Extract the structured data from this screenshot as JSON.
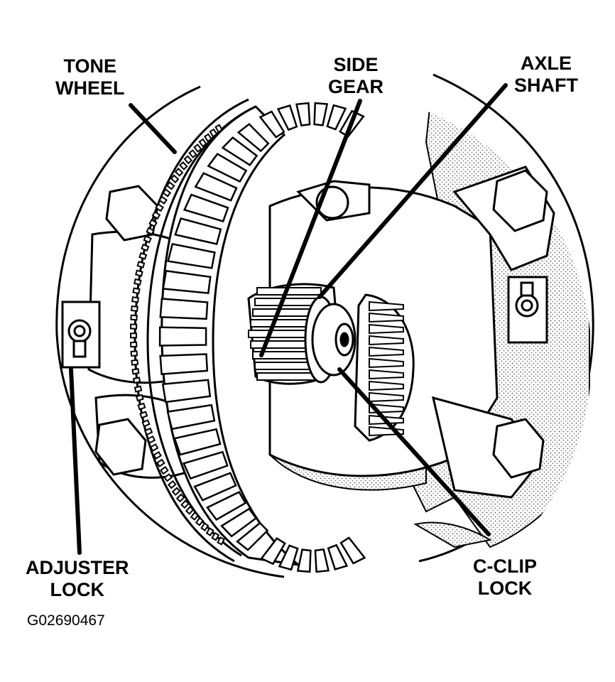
{
  "labels": {
    "tone_wheel": [
      "TONE",
      "WHEEL"
    ],
    "side_gear": [
      "SIDE",
      "GEAR"
    ],
    "axle_shaft": [
      "AXLE",
      "SHAFT"
    ],
    "adjuster_lock": [
      "ADJUSTER",
      "LOCK"
    ],
    "c_clip_lock": [
      "C-CLIP",
      "LOCK"
    ]
  },
  "figure_code": "G02690467",
  "colors": {
    "ink": "#000000",
    "paper": "#ffffff",
    "stipple": "#b8b8b8"
  }
}
